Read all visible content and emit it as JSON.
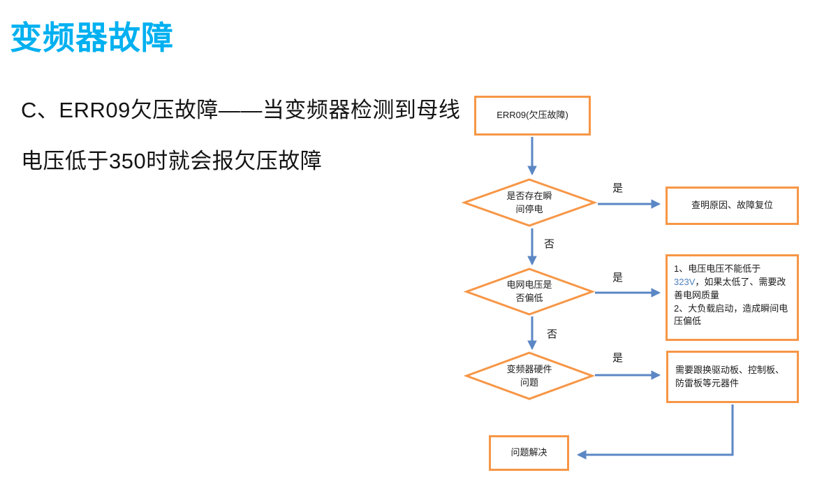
{
  "slide": {
    "title": "变频器故障",
    "body_line1": "C、ERR09欠压故障——当变频器检测到母线",
    "body_line2": "电压低于350时就会报欠压故障"
  },
  "colors": {
    "title_cyan": "#00b0f0",
    "node_border_orange": "#f79646",
    "connector_blue": "#5b87c4",
    "voltage_highlight_blue": "#4f81bd",
    "text_black": "#1a1a1a"
  },
  "flowchart": {
    "start_node": "ERR09(欠压故障)",
    "decision_power_loss": "是否存在瞬间停电",
    "action_reset": "查明原因、故障复位",
    "decision_grid_voltage": "电网电压是否偏低",
    "action_voltage_item1_pre": "1、电压电压不能低于",
    "action_voltage_value": "323V",
    "action_voltage_item1_post": "，如果太低了、需要改善电网质量",
    "action_voltage_item2": "2、大负载启动，造成瞬间电压偏低",
    "decision_hardware": "变频器硬件问题",
    "action_replace_boards": "需要跟换驱动板、控制板、防雷板等元器件",
    "end_node": "问题解决",
    "yes_label": "是",
    "no_label": "否"
  }
}
